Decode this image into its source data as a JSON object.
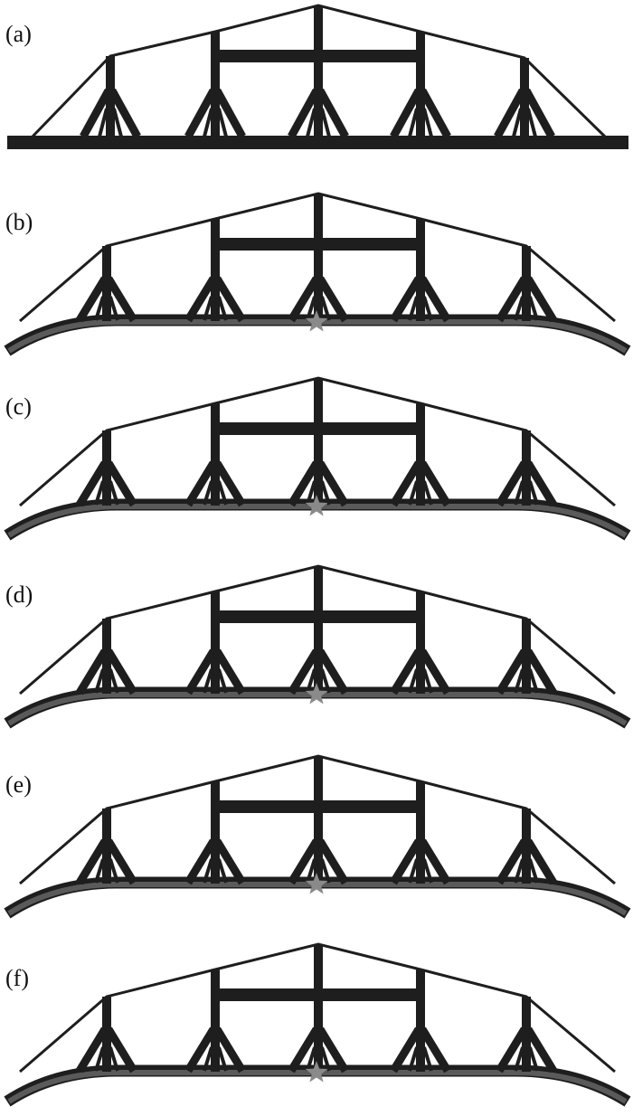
{
  "figure": {
    "panels": [
      {
        "label": "(a)",
        "deformed": false,
        "load_marker": false
      },
      {
        "label": "(b)",
        "deformed": true,
        "load_marker": true
      },
      {
        "label": "(c)",
        "deformed": true,
        "load_marker": true
      },
      {
        "label": "(d)",
        "deformed": true,
        "load_marker": true
      },
      {
        "label": "(e)",
        "deformed": true,
        "load_marker": true
      },
      {
        "label": "(f)",
        "deformed": true,
        "load_marker": true
      }
    ],
    "colors": {
      "member": "#1e1e1e",
      "deformed_chord": "#5a5a5a",
      "star": "#8a8a8a"
    }
  }
}
